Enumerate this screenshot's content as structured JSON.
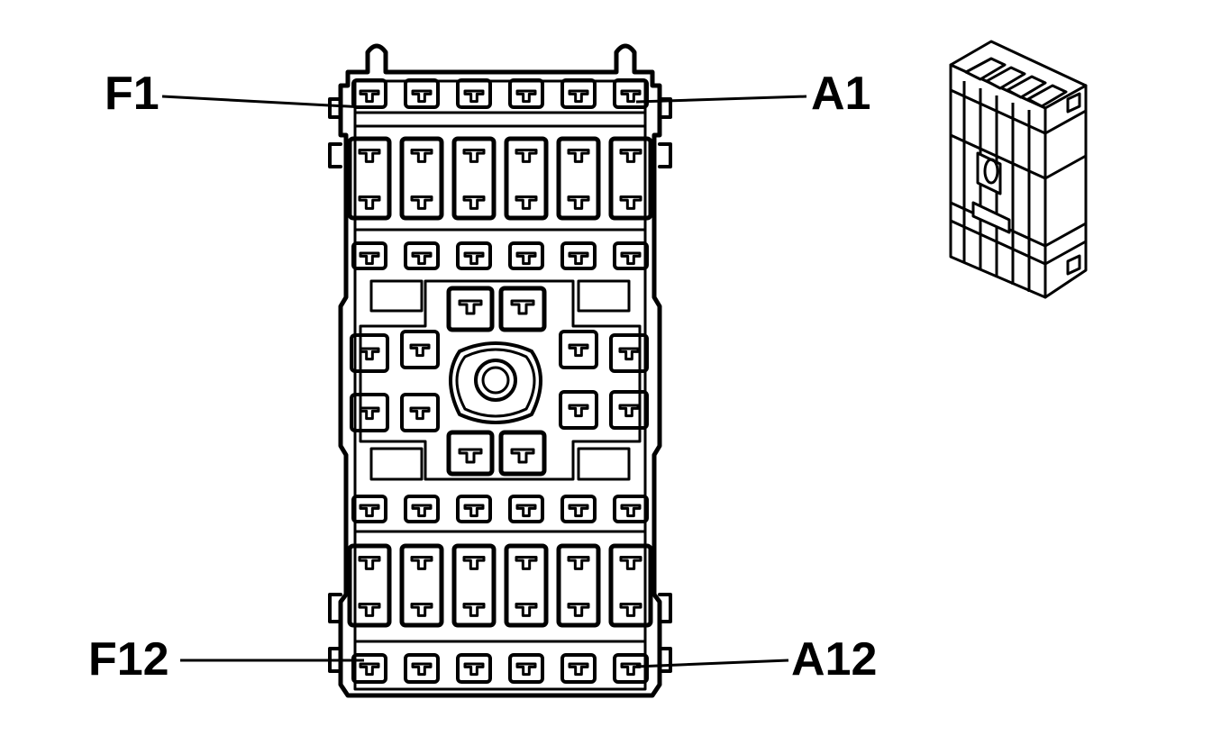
{
  "labels": {
    "f1": "F1",
    "a1": "A1",
    "f12": "F12",
    "a12": "A12"
  },
  "colors": {
    "line": "#000000",
    "background": "#ffffff"
  }
}
